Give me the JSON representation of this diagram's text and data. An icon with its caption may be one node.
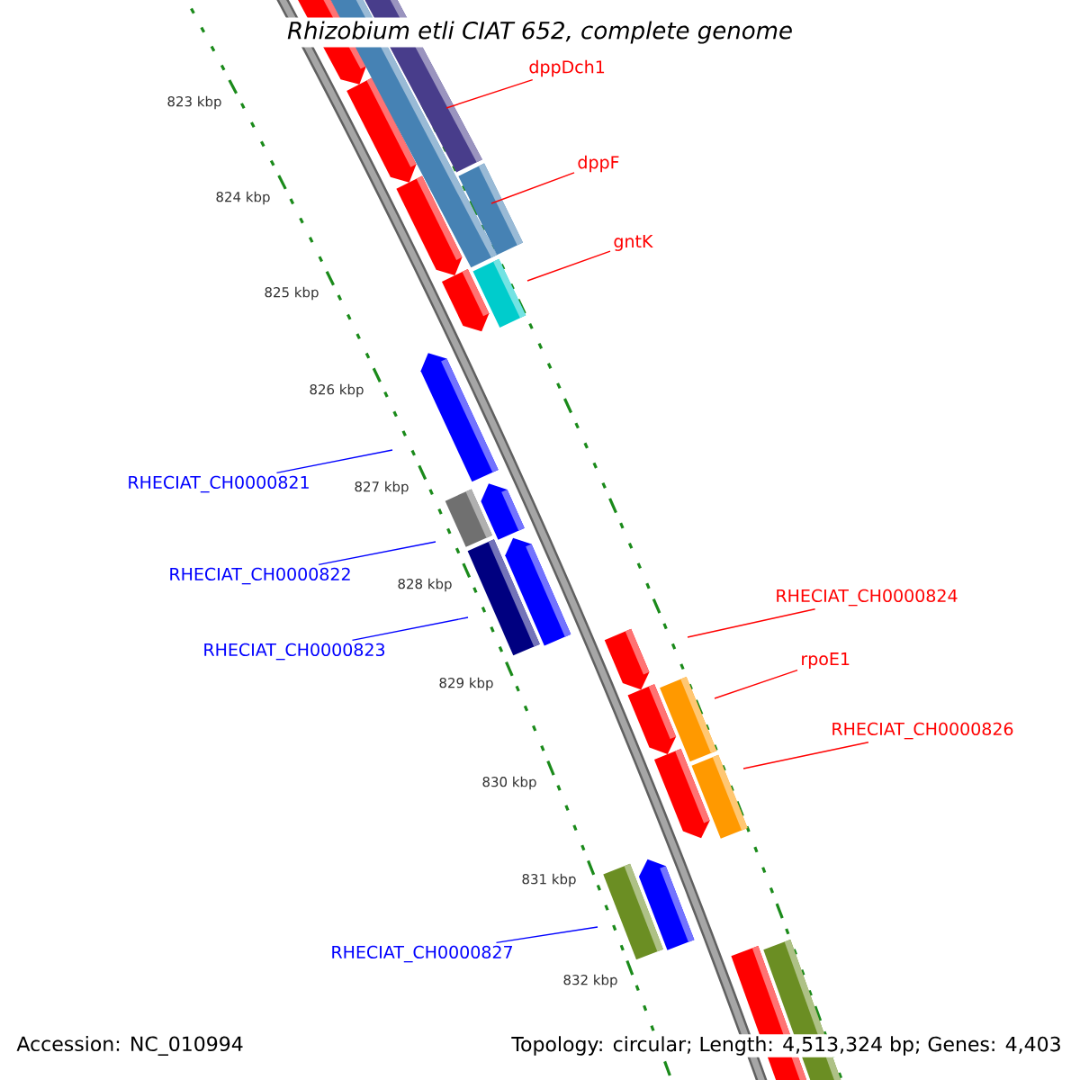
{
  "diagram": {
    "title": "Rhizobium etli CIAT 652, complete genome",
    "nodes": [
      {
        "text": [
          "dppDch1"
        ]
      },
      {
        "text": [
          "dppF"
        ]
      },
      {
        "text": [
          "gntK"
        ]
      },
      {
        "text": [
          "RHECIAT_CH0000821"
        ]
      },
      {
        "text": [
          "RHECIAT_CH0000822"
        ]
      },
      {
        "text": [
          "RHECIAT_CH0000823"
        ]
      },
      {
        "text": [
          "RHECIAT_CH0000824"
        ]
      },
      {
        "text": [
          "rpoE1"
        ]
      },
      {
        "text": [
          "RHECIAT_CH0000826"
        ]
      },
      {
        "text": [
          "RHECIAT_CH0000827"
        ]
      }
    ],
    "edges": [
      {
        "from": 0,
        "to": null,
        "arrow": "none"
      },
      {
        "from": 1,
        "to": null,
        "arrow": "none"
      },
      {
        "from": 2,
        "to": null,
        "arrow": "none"
      },
      {
        "from": 3,
        "to": null,
        "arrow": "none",
        "color": "#0000ff"
      },
      {
        "from": 4,
        "to": null,
        "arrow": "none",
        "color": "#0000ff"
      },
      {
        "from": 5,
        "to": null,
        "arrow": "none",
        "color": "#0000ff"
      },
      {
        "from": 6,
        "to": null,
        "arrow": "none"
      },
      {
        "from": 7,
        "to": null,
        "arrow": "none"
      },
      {
        "from": 8,
        "to": null,
        "arrow": "none"
      },
      {
        "from": 9,
        "to": null,
        "arrow": "none",
        "color": "#0000ff"
      }
    ],
    "labels": [
      "823 kbp",
      "824 kbp",
      "825 kbp",
      "826 kbp",
      "827 kbp",
      "828 kbp",
      "829 kbp",
      "830 kbp",
      "831 kbp",
      "832 kbp",
      "Accession: NC_010994",
      "Topology: circular; Length: 4,513,324 bp; Genes: 4,403"
    ]
  }
}
